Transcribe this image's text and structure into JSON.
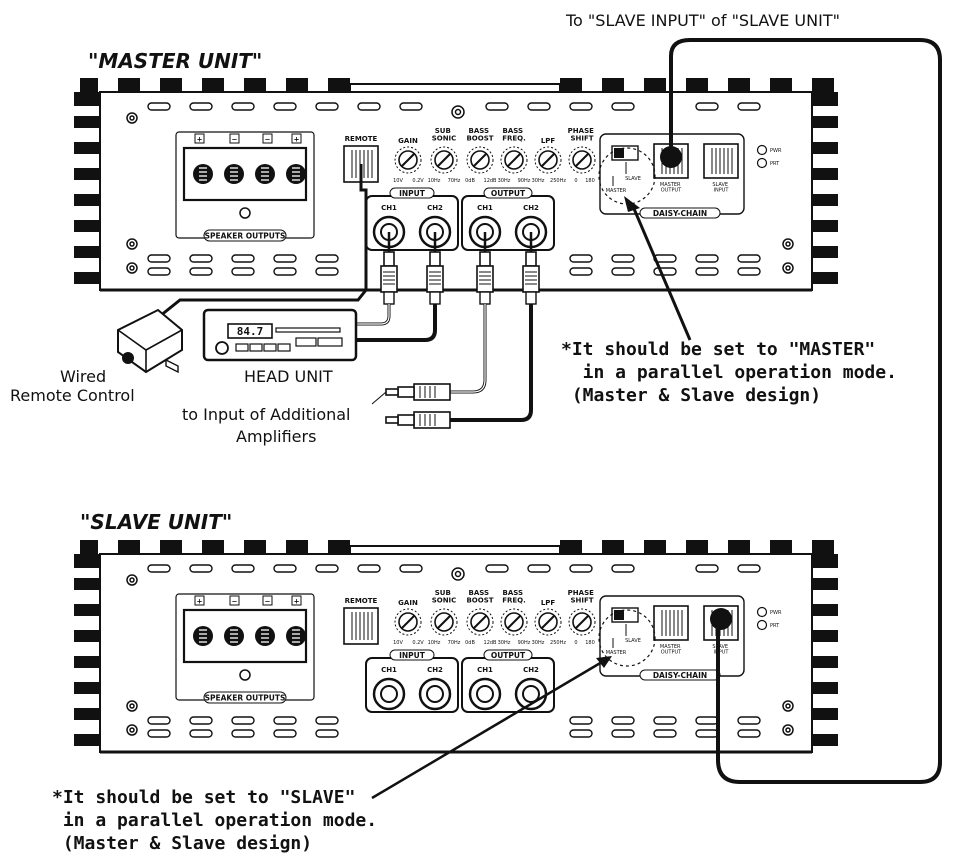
{
  "top_caption": "To \"SLAVE INPUT\" of  \"SLAVE UNIT\"",
  "master": {
    "title": "\"MASTER UNIT\"",
    "panel": {
      "speaker_outputs": "SPEAKER OUTPUTS",
      "terminal_signs": [
        "+",
        "−",
        "−",
        "+"
      ],
      "remote": "REMOTE",
      "knobs": [
        {
          "label": "GAIN",
          "min": "10V",
          "max": "0.2V"
        },
        {
          "label": "SUB SONIC",
          "min": "10Hz",
          "max": "70Hz"
        },
        {
          "label": "BASS BOOST",
          "min": "0dB",
          "max": "12dB"
        },
        {
          "label": "BASS FREQ.",
          "min": "30Hz",
          "max": "90Hz"
        },
        {
          "label": "LPF",
          "min": "30Hz",
          "max": "250Hz"
        },
        {
          "label": "PHASE SHIFT",
          "min": "0",
          "max": "180"
        }
      ],
      "input_label": "INPUT",
      "output_label": "OUTPUT",
      "ch1": "CH1",
      "ch2": "CH2",
      "slave_switch": "SLAVE",
      "master_switch": "MASTER",
      "master_output": "MASTER OUTPUT",
      "slave_input": "SLAVE INPUT",
      "daisy_chain": "DAISY-CHAIN",
      "pwr": "PWR",
      "prt": "PRT"
    }
  },
  "slave": {
    "title": "\"SLAVE UNIT\""
  },
  "head_unit": {
    "display": "84.7",
    "caption": "HEAD UNIT"
  },
  "remote_control": {
    "caption_line1": "Wired",
    "caption_line2": "Remote Control"
  },
  "additional_amps": {
    "line1": "to Input of Additional",
    "line2": "Amplifiers"
  },
  "master_note": [
    "*It should be set to \"MASTER\"",
    "  in a parallel operation mode.",
    " (Master & Slave design)"
  ],
  "slave_note": [
    "*It should be set to \"SLAVE\"",
    " in a parallel operation mode.",
    " (Master & Slave design)"
  ]
}
